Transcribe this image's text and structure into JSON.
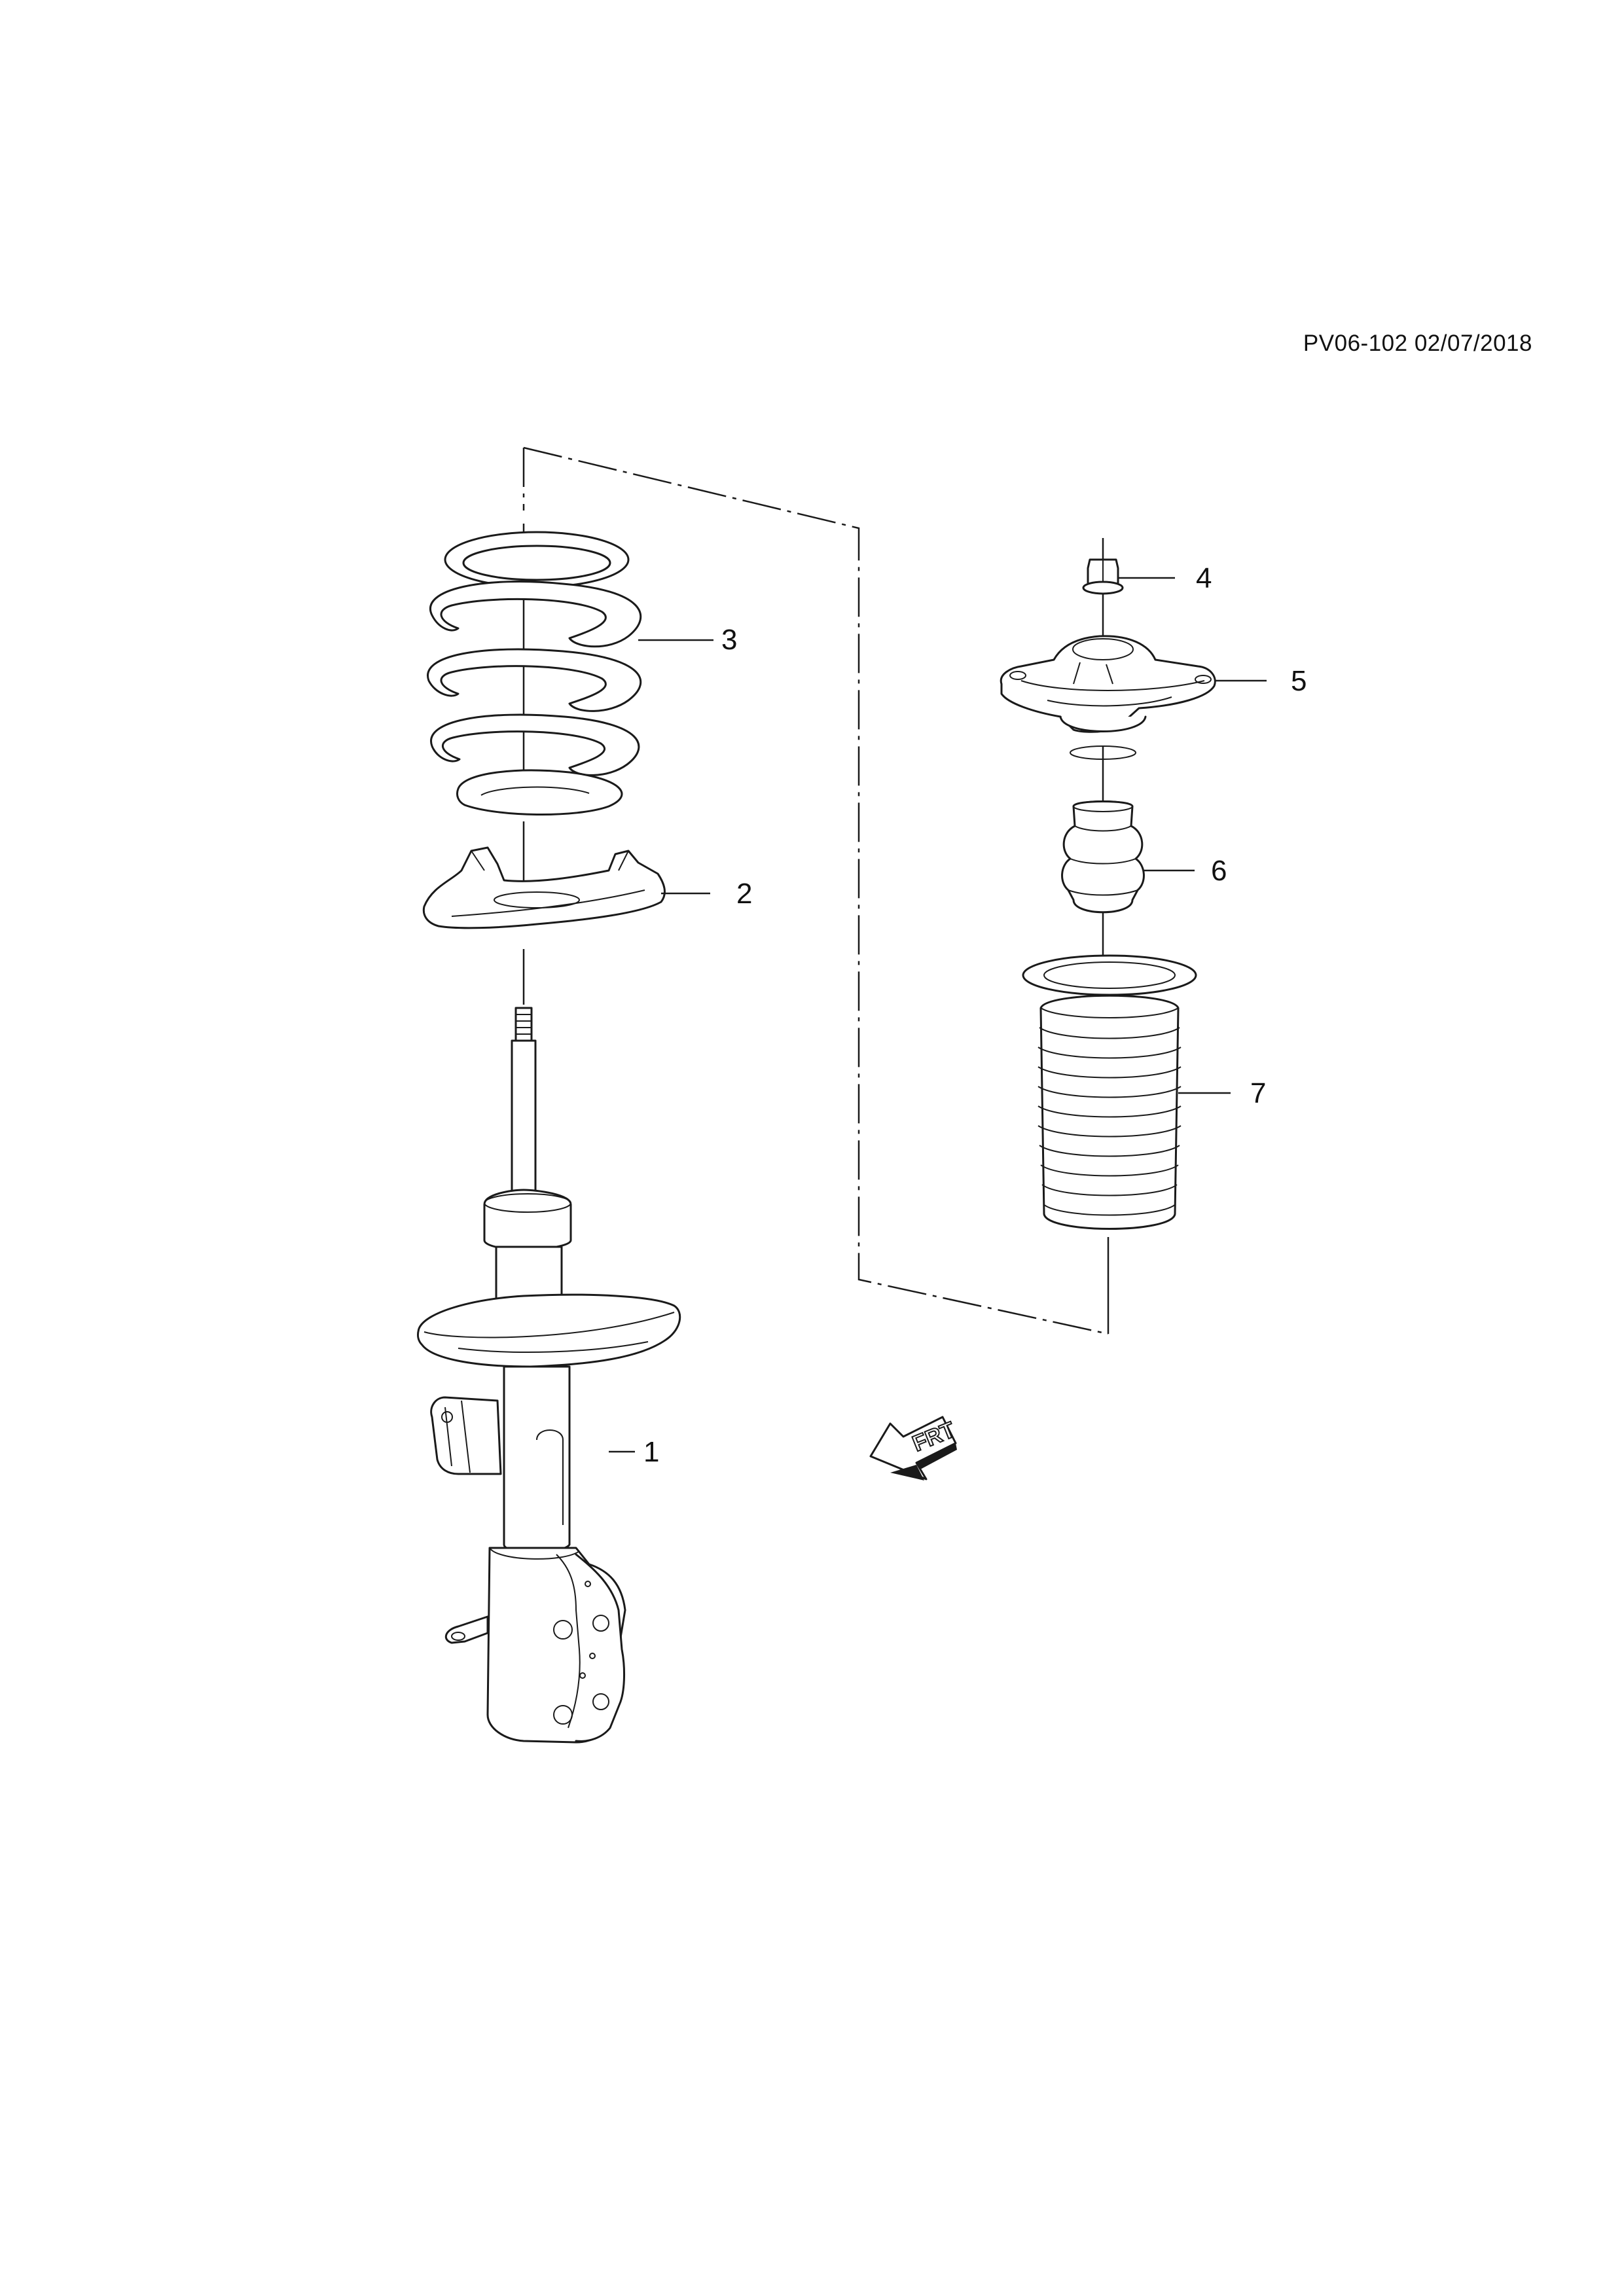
{
  "document_ref": "PV06-102 02/07/2018",
  "direction_label": "FRT",
  "callouts": [
    {
      "id": 1,
      "label": "1"
    },
    {
      "id": 2,
      "label": "2"
    },
    {
      "id": 3,
      "label": "3"
    },
    {
      "id": 4,
      "label": "4"
    },
    {
      "id": 5,
      "label": "5"
    },
    {
      "id": 6,
      "label": "6"
    },
    {
      "id": 7,
      "label": "7"
    }
  ]
}
